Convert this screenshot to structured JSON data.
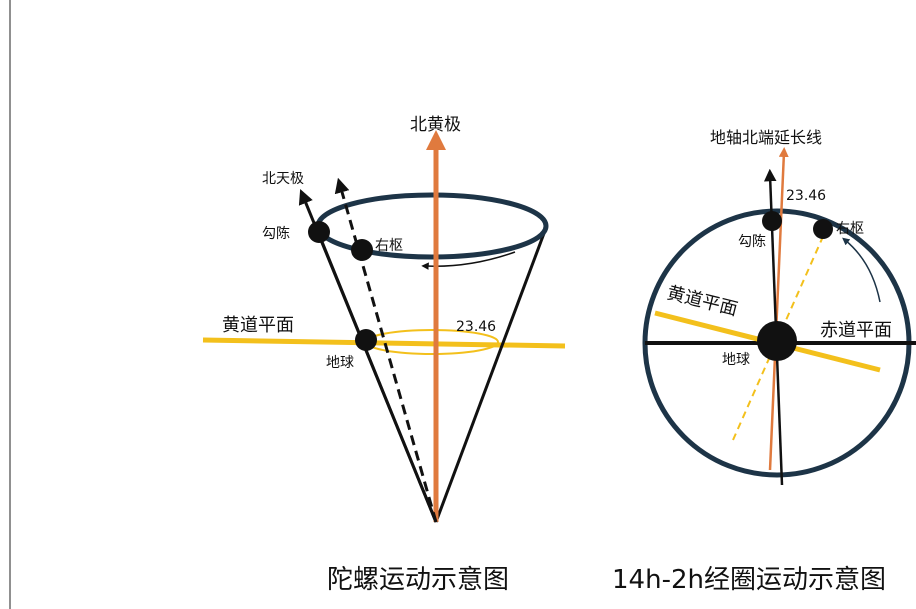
{
  "colors": {
    "navy": "#1d3447",
    "orange": "#e07a3e",
    "yellow": "#f3c01c",
    "black": "#111111"
  },
  "left_diagram": {
    "caption": "陀螺运动示意图",
    "ecliptic_pole": "北黄极",
    "celestial_pole": "北天极",
    "star_goucheng": "勾陈",
    "star_youshu": "右枢",
    "ecliptic_plane": "黄道平面",
    "angle": "23.46",
    "earth": "地球"
  },
  "right_diagram": {
    "caption": "14h-2h经圈运动示意图",
    "axis_extension": "地轴北端延长线",
    "angle": "23.46",
    "star_goucheng": "勾陈",
    "star_youshu": "右枢",
    "ecliptic_plane": "黄道平面",
    "equatorial_plane": "赤道平面",
    "earth": "地球"
  }
}
